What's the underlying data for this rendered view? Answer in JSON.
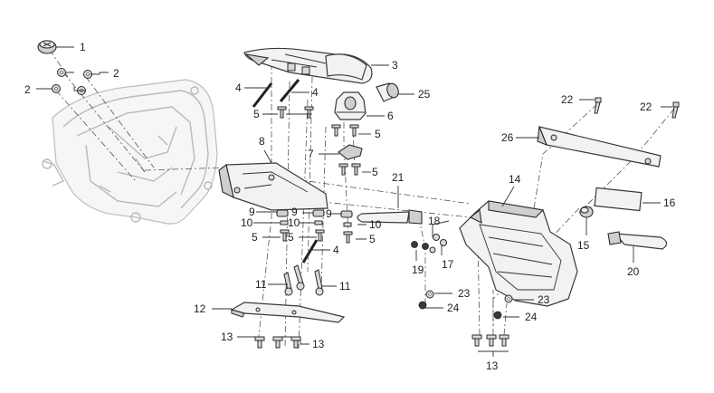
{
  "labels": {
    "l1": "1",
    "l2a": "2",
    "l2b": "2",
    "l3": "3",
    "l4a": "4",
    "l4b": "4",
    "l4c": "4",
    "l5a": "5",
    "l5b": "5",
    "l5c": "5",
    "l5d": "5",
    "l5e": "5",
    "l5f": "5",
    "l6": "6",
    "l7": "7",
    "l8": "8",
    "l9a": "9",
    "l9b": "9",
    "l9c": "9",
    "l10a": "10",
    "l10b": "10",
    "l10c": "10",
    "l11a": "11",
    "l11b": "11",
    "l12": "12",
    "l13a": "13",
    "l13b": "13",
    "l13c": "13",
    "l14": "14",
    "l15": "15",
    "l16": "16",
    "l17": "17",
    "l18": "18",
    "l19": "19",
    "l20": "20",
    "l21": "21",
    "l22a": "22",
    "l22b": "22",
    "l23a": "23",
    "l23b": "23",
    "l24a": "24",
    "l24b": "24",
    "l25": "25",
    "l26": "26"
  }
}
